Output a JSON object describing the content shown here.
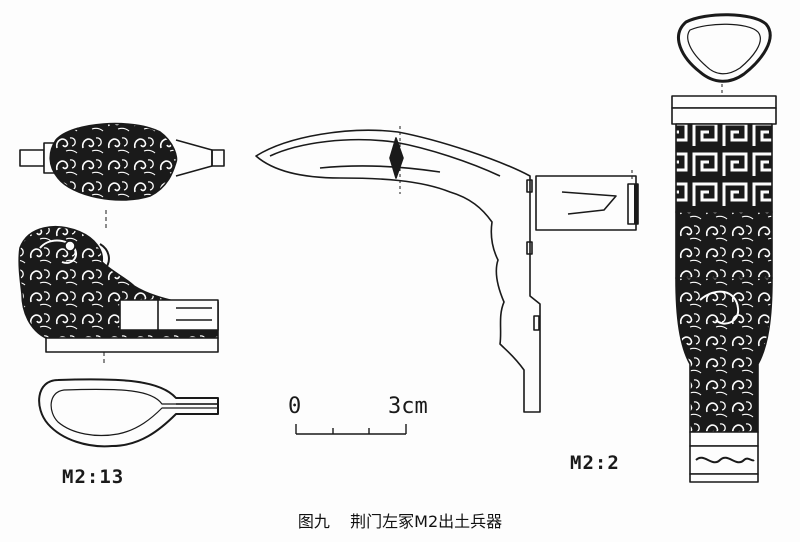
{
  "figure": {
    "number": "图九",
    "title": "荆门左冢M2出土兵器"
  },
  "specimens": [
    {
      "label": "M2:13"
    },
    {
      "label": "M2:2"
    }
  ],
  "scale_bar": {
    "start_label": "0",
    "end_label": "3cm"
  },
  "colors": {
    "ink": "#1a1a1a",
    "paper": "#fdfdfd"
  }
}
